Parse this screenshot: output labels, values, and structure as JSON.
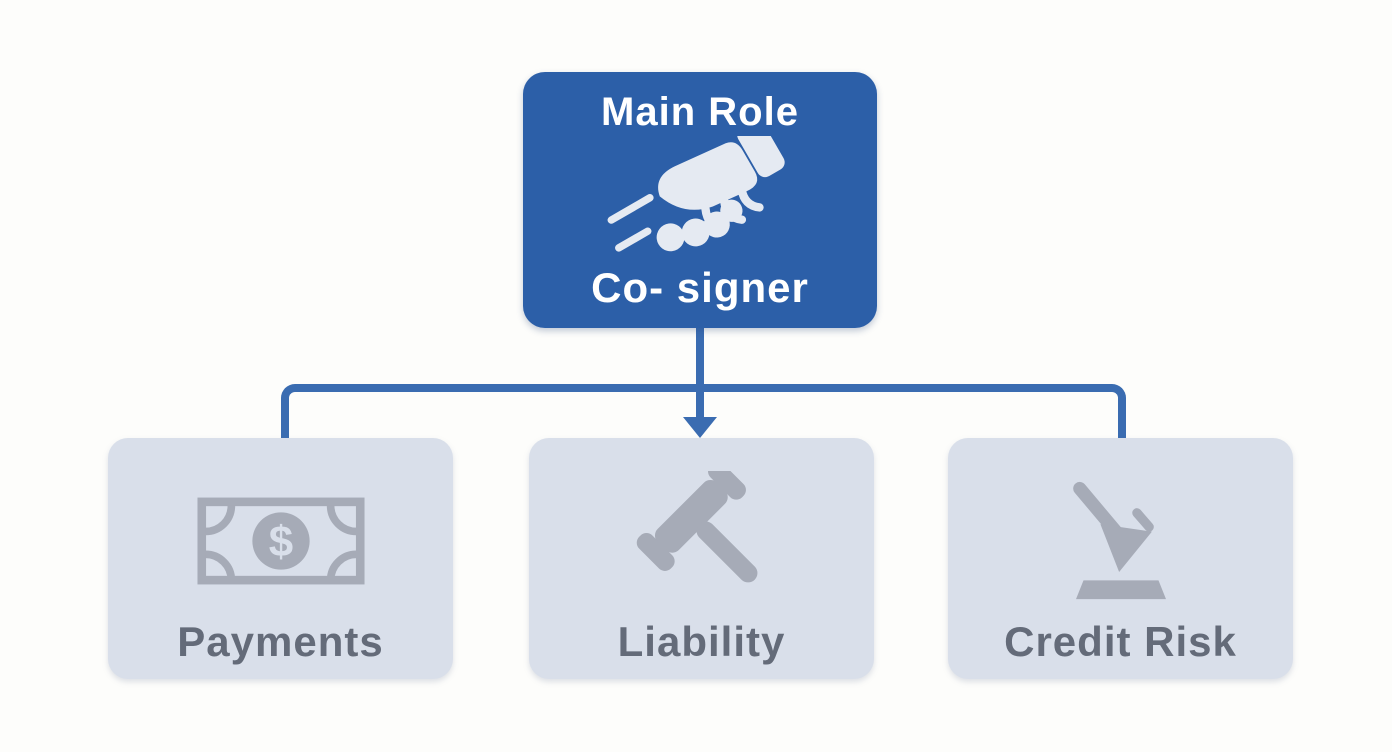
{
  "colors": {
    "primary_blue": "#2c5fa8",
    "connector_blue": "#3a6cb1",
    "child_box_fill": "#d9dfea",
    "icon_gray": "#a6abb7",
    "label_gray": "#646b79",
    "root_text": "#ffffff",
    "handshake_light": "#e5eaf2",
    "page_bg": "#fdfdfb"
  },
  "diagram": {
    "type": "hierarchy-flowchart",
    "root": {
      "title": "Main Role",
      "subtitle": "Co- signer",
      "icon": "handshake-icon"
    },
    "children": [
      {
        "label": "Payments",
        "icon": "money-bill-icon"
      },
      {
        "label": "Liability",
        "icon": "gavel-icon"
      },
      {
        "label": "Credit Risk",
        "icon": "credit-risk-arrow-icon"
      }
    ]
  }
}
